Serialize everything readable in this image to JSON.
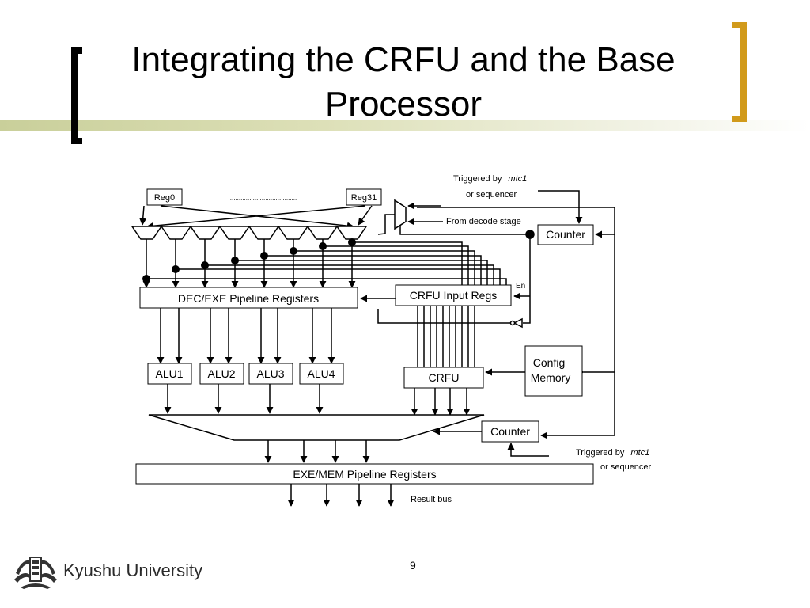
{
  "slide": {
    "title": "Integrating the CRFU and the Base Processor",
    "page_number": "9",
    "footer": {
      "institution": "Kyushu University"
    }
  },
  "colors": {
    "divider": "#c9cf9a",
    "bracket_left": "#000000",
    "bracket_right": "#d19a1b"
  },
  "diagram": {
    "reg_first": "Reg0",
    "reg_last": "Reg31",
    "reg_ellipsis": "......................................",
    "dec_exe": "DEC/EXE Pipeline Registers",
    "crfu_input": "CRFU Input Regs",
    "crfu": "CRFU",
    "config_memory": [
      "Config",
      "Memory"
    ],
    "alus": [
      "ALU1",
      "ALU2",
      "ALU3",
      "ALU4"
    ],
    "exe_mem": "EXE/MEM Pipeline Registers",
    "counter_top": "Counter",
    "counter_bottom": "Counter",
    "triggered_top": {
      "prefix": "Triggered by",
      "emph": "mtc1",
      "suffix": "or sequencer"
    },
    "triggered_bottom": {
      "prefix": "Triggered by",
      "emph": "mtc1",
      "suffix": "or sequencer"
    },
    "from_decode": "From decode stage",
    "enable": "En",
    "result_bus": "Result bus"
  }
}
